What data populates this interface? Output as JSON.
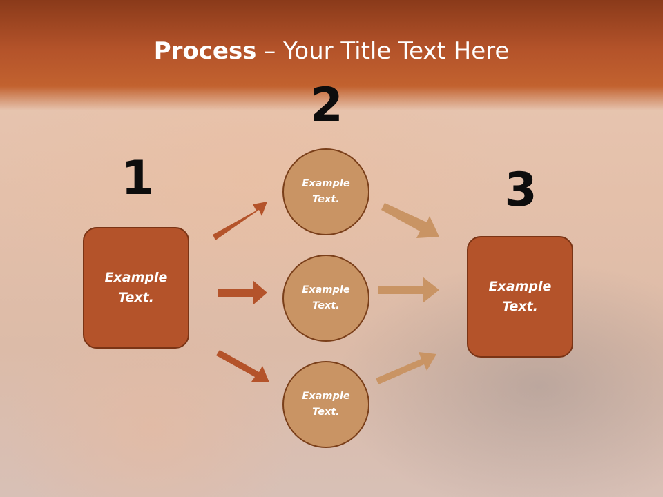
{
  "slide": {
    "title_bold": "Process",
    "title_rest": " – Your Title Text Here",
    "steps": {
      "one": "1",
      "two": "2",
      "three": "3"
    },
    "left_box": "Example Text.",
    "circles": [
      "Example Text.",
      "Example Text.",
      "Example Text."
    ],
    "right_box": "Example Text."
  },
  "colors": {
    "banner": "#b4532a",
    "box_fill": "#b4532a",
    "circle_fill": "#c99464",
    "arrow_dark": "#b4532a",
    "arrow_light": "#c99464"
  }
}
